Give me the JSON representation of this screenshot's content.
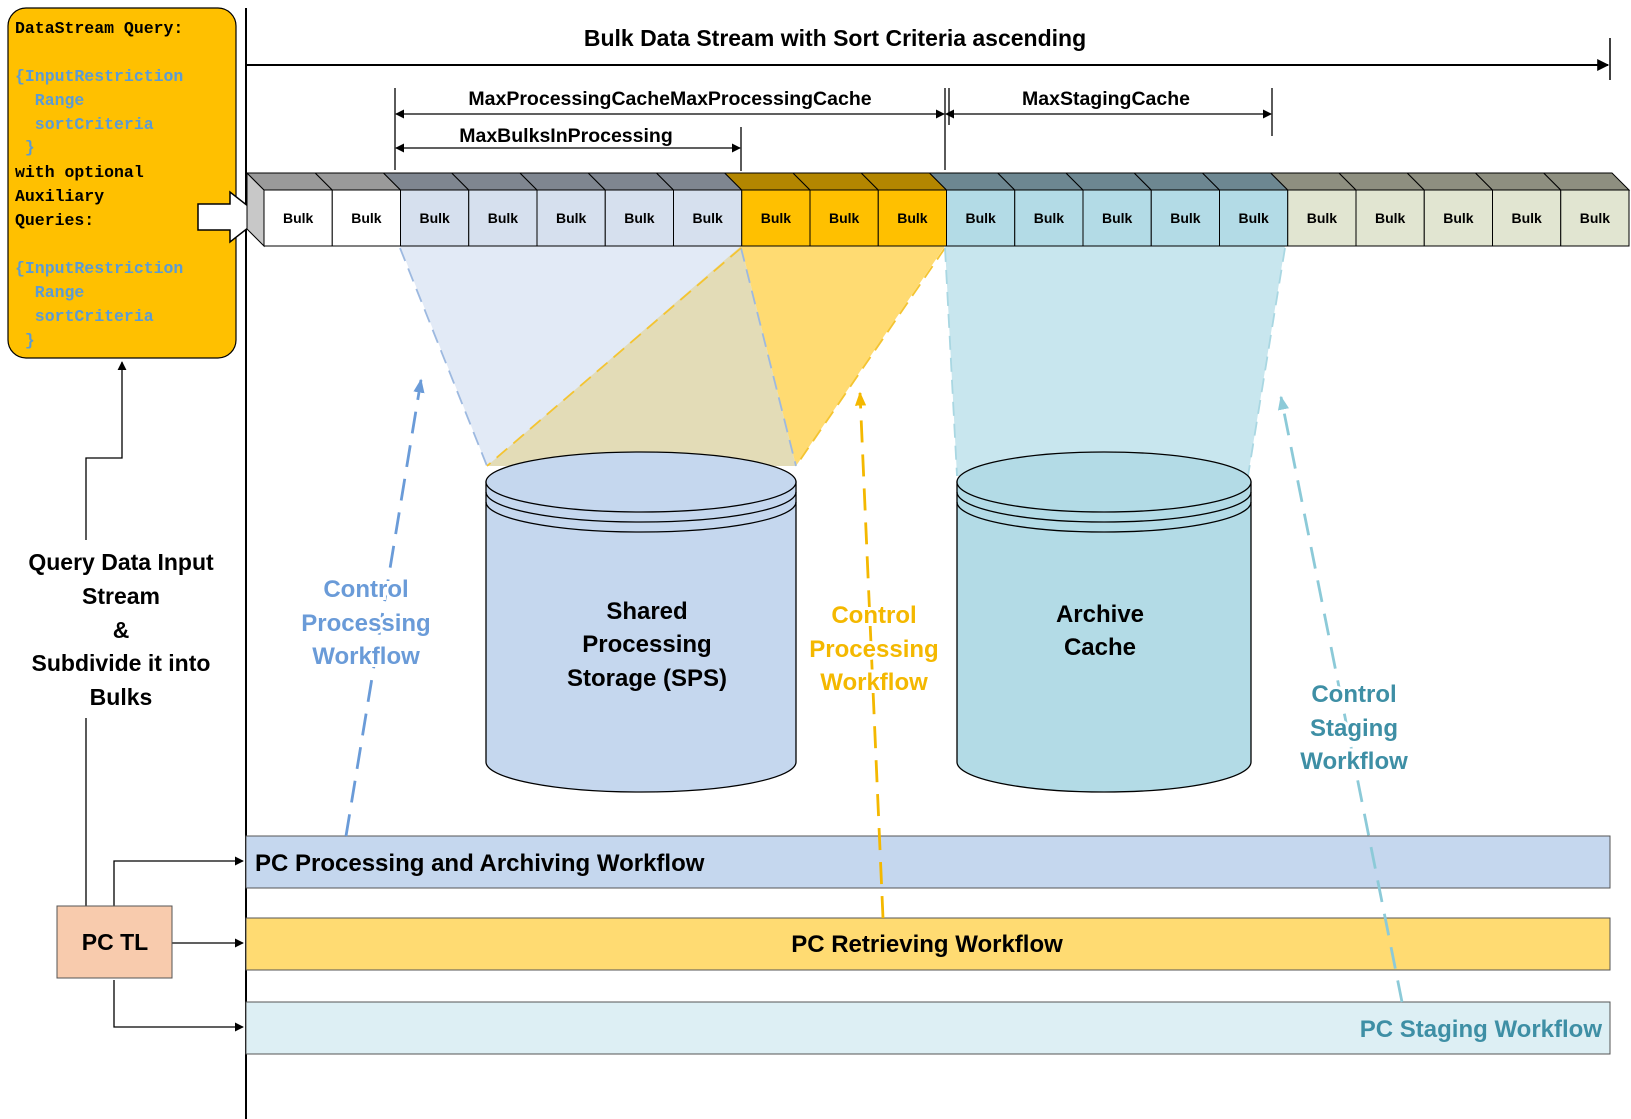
{
  "title": "Bulk Data Stream with Sort Criteria ascending",
  "query_box": {
    "heading": "DataStream Query:",
    "block1": [
      "{InputRestriction",
      "  Range",
      "  sortCriteria",
      " }"
    ],
    "middle": [
      "with optional",
      "Auxiliary",
      "Queries:"
    ],
    "block2": [
      "{InputRestriction",
      "  Range",
      "  sortCriteria",
      " }"
    ]
  },
  "ranges": {
    "max_processing_cache": "MaxProcessingCacheMaxProcessingCache",
    "max_staging_cache": "MaxStagingCache",
    "max_bulks_in_processing": "MaxBulksInProcessing"
  },
  "bulks": [
    {
      "label": "Bulk",
      "state": "new"
    },
    {
      "label": "Bulk",
      "state": "new"
    },
    {
      "label": "Bulk",
      "state": "processing"
    },
    {
      "label": "Bulk",
      "state": "processing"
    },
    {
      "label": "Bulk",
      "state": "processing"
    },
    {
      "label": "Bulk",
      "state": "processing"
    },
    {
      "label": "Bulk",
      "state": "processing"
    },
    {
      "label": "Bulk",
      "state": "retrieving"
    },
    {
      "label": "Bulk",
      "state": "retrieving"
    },
    {
      "label": "Bulk",
      "state": "retrieving"
    },
    {
      "label": "Bulk",
      "state": "staging"
    },
    {
      "label": "Bulk",
      "state": "staging"
    },
    {
      "label": "Bulk",
      "state": "staging"
    },
    {
      "label": "Bulk",
      "state": "staging"
    },
    {
      "label": "Bulk",
      "state": "staging"
    },
    {
      "label": "Bulk",
      "state": "done"
    },
    {
      "label": "Bulk",
      "state": "done"
    },
    {
      "label": "Bulk",
      "state": "done"
    },
    {
      "label": "Bulk",
      "state": "done"
    },
    {
      "label": "Bulk",
      "state": "done"
    }
  ],
  "storage": {
    "sps": [
      "Shared",
      "Processing",
      "Storage (SPS)"
    ],
    "archive": [
      "Archive",
      "Cache"
    ]
  },
  "controls": {
    "processing_blue": [
      "Control",
      "Processing",
      "Workflow"
    ],
    "processing_yellow": [
      "Control",
      "Processing",
      "Workflow"
    ],
    "staging": [
      "Control",
      "Staging",
      "Workflow"
    ]
  },
  "left_label": [
    "Query Data Input",
    "Stream",
    "&",
    "Subdivide it into",
    "Bulks"
  ],
  "pc_tl": "PC TL",
  "workflows": {
    "processing": "PC Processing and Archiving Workflow",
    "retrieving": "PC Retrieving Workflow",
    "staging": "PC Staging Workflow"
  },
  "colors": {
    "query_box": "#FFC000",
    "query_code": "#5B9BD5",
    "processing": "#C5D7EE",
    "processing_text": "#6A9BD8",
    "retrieving": "#FFDB72",
    "retrieving_text": "#F4B800",
    "staging": "#B3DBE6",
    "staging_text": "#3E8FA5",
    "done": "#E1E5D1",
    "pc_tl": "#F8CBAD"
  }
}
